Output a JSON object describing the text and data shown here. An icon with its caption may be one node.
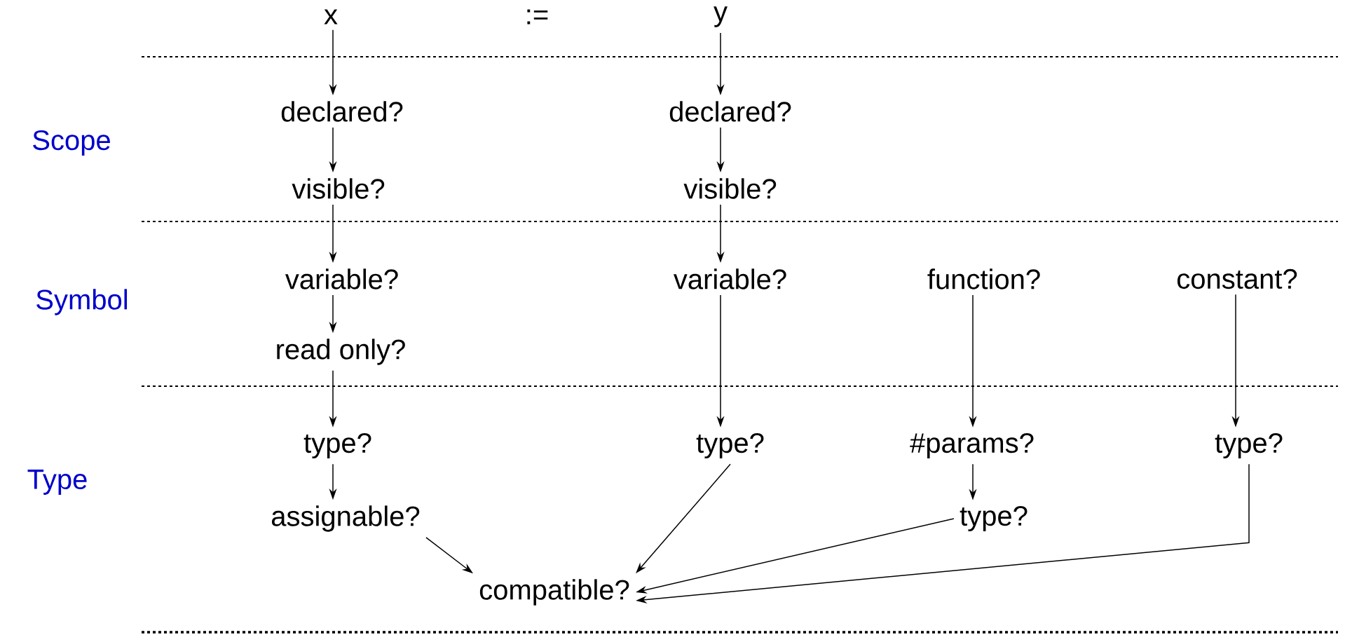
{
  "diagram": {
    "nodes": [
      {
        "text": [
          "x"
        ]
      },
      {
        "text": [
          "y"
        ]
      },
      {
        "text": [
          "declared?"
        ]
      },
      {
        "text": [
          "declared?"
        ]
      },
      {
        "text": [
          "visible?"
        ]
      },
      {
        "text": [
          "visible?"
        ]
      },
      {
        "text": [
          "variable?"
        ]
      },
      {
        "text": [
          "variable?"
        ]
      },
      {
        "text": [
          "function?"
        ]
      },
      {
        "text": [
          "constant?"
        ]
      },
      {
        "text": [
          "read only?"
        ]
      },
      {
        "text": [
          "type?"
        ]
      },
      {
        "text": [
          "type?"
        ]
      },
      {
        "text": [
          "#params?"
        ]
      },
      {
        "text": [
          "type?"
        ]
      },
      {
        "text": [
          "assignable?"
        ]
      },
      {
        "text": [
          "type?"
        ]
      },
      {
        "text": [
          "compatible?"
        ]
      }
    ],
    "edges": [
      {
        "from": 0,
        "to": 2,
        "arrow": "to"
      },
      {
        "from": 2,
        "to": 4,
        "arrow": "to"
      },
      {
        "from": 4,
        "to": 6,
        "arrow": "to"
      },
      {
        "from": 6,
        "to": 10,
        "arrow": "to"
      },
      {
        "from": 10,
        "to": 11,
        "arrow": "to"
      },
      {
        "from": 11,
        "to": 15,
        "arrow": "to"
      },
      {
        "from": 15,
        "to": 17,
        "arrow": "to"
      },
      {
        "from": 1,
        "to": 3,
        "arrow": "to"
      },
      {
        "from": 3,
        "to": 5,
        "arrow": "to"
      },
      {
        "from": 5,
        "to": 7,
        "arrow": "to"
      },
      {
        "from": 7,
        "to": 12,
        "arrow": "to"
      },
      {
        "from": 12,
        "to": 17,
        "arrow": "to"
      },
      {
        "from": 8,
        "to": 13,
        "arrow": "to"
      },
      {
        "from": 13,
        "to": 16,
        "arrow": "to"
      },
      {
        "from": 16,
        "to": 17,
        "arrow": "to"
      },
      {
        "from": 9,
        "to": 14,
        "arrow": "to"
      },
      {
        "from": 14,
        "to": 17,
        "arrow": "to"
      }
    ],
    "labels": [
      ":=",
      "Scope",
      "Symbol",
      "Type"
    ]
  }
}
